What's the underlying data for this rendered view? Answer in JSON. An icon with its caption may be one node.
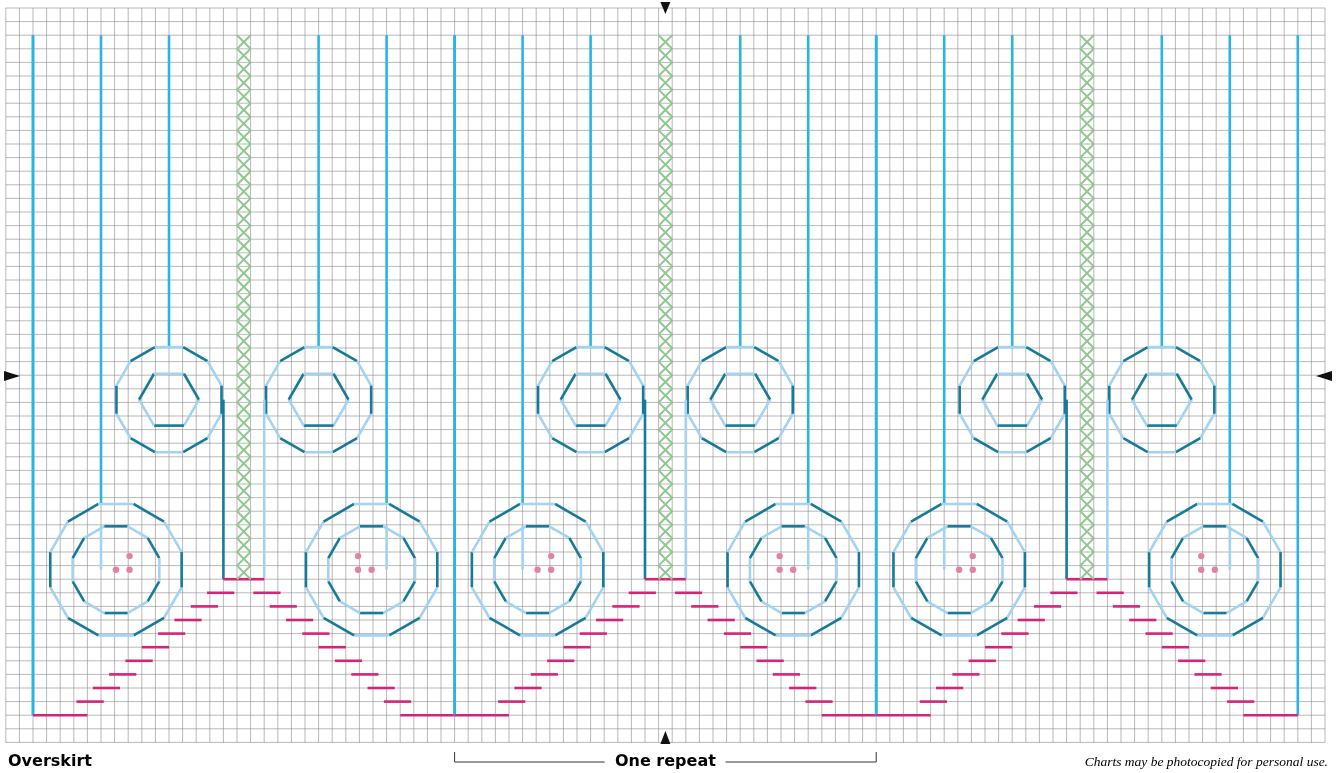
{
  "diagram": {
    "labels": [
      "Overskirt",
      "One repeat",
      "Charts may be photocopied for personal use."
    ]
  }
}
